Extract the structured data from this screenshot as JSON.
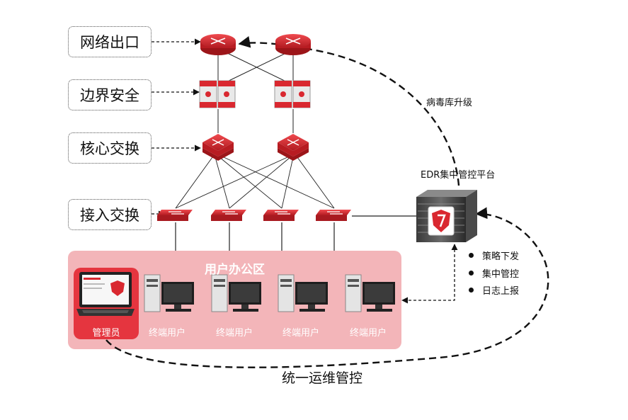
{
  "layers": {
    "internet_exit": "网络出口",
    "border_security": "边界安全",
    "core_switch": "核心交换",
    "access_switch": "接入交换"
  },
  "office": {
    "title": "用户办公区",
    "admin_label": "管理员",
    "terminal_labels": [
      "终端用户",
      "终端用户",
      "终端用户",
      "终端用户"
    ]
  },
  "edr": {
    "title": "EDR集中管控平台",
    "virus_update": "病毒库升级",
    "functions": [
      "策略下发",
      "集中管控",
      "日志上报"
    ]
  },
  "caption": "统一运维管控",
  "colors": {
    "device_red": "#d92830",
    "office_pink": "#f3b5b9",
    "admin_red": "#e5353f"
  }
}
